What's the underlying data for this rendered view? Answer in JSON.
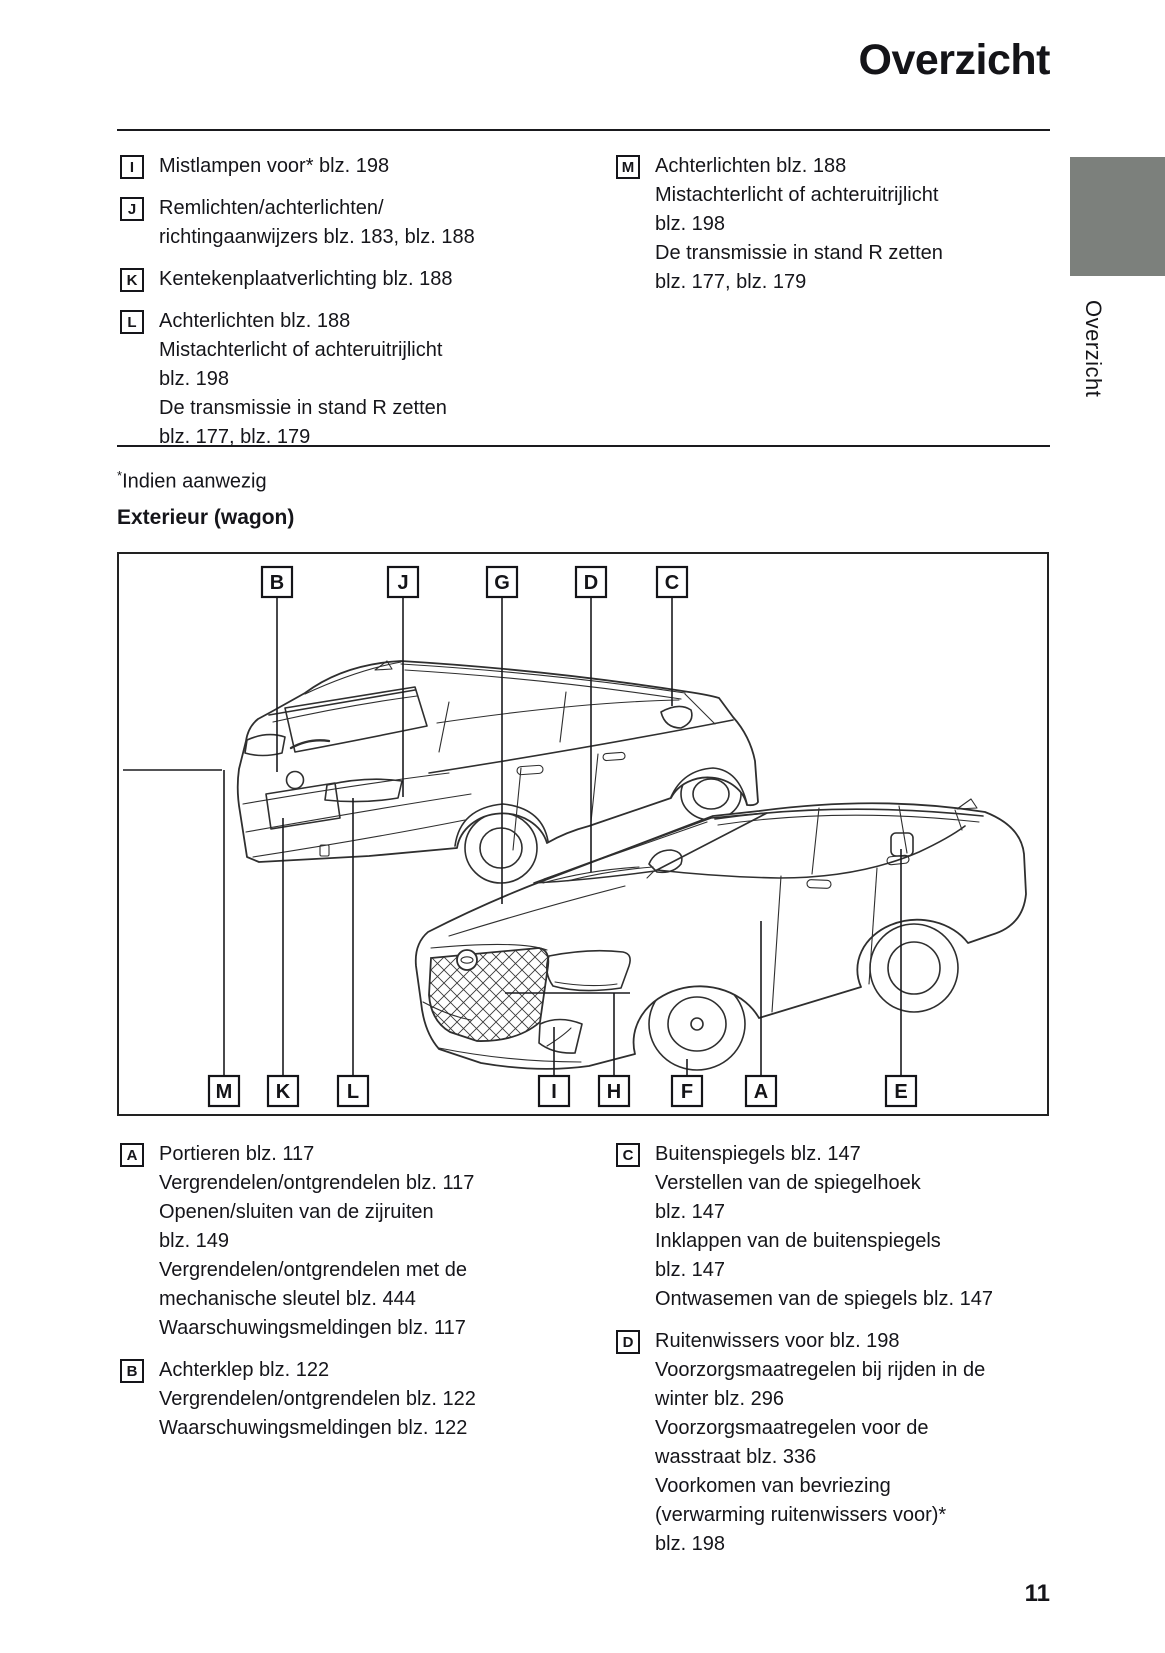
{
  "page": {
    "title": "Overzicht",
    "page_number": "11",
    "side_tab": {
      "label": "Overzicht",
      "color": "#7c807c"
    },
    "note": {
      "star": "*",
      "text": "Indien aanwezig"
    },
    "section_heading": "Exterieur (wagon)"
  },
  "top_list": {
    "left": [
      {
        "key": "I",
        "lines": [
          "Mistlampen voor* blz. 198"
        ]
      },
      {
        "key": "J",
        "lines": [
          "Remlichten/achterlichten/",
          "richtingaanwijzers blz. 183, blz. 188"
        ]
      },
      {
        "key": "K",
        "lines": [
          "Kentekenplaatverlichting blz. 188"
        ]
      },
      {
        "key": "L",
        "lines": [
          "Achterlichten blz. 188",
          "Mistachterlicht of achteruitrijlicht",
          "blz. 198",
          "De transmissie in stand R zetten",
          "blz. 177, blz. 179"
        ]
      }
    ],
    "right": [
      {
        "key": "M",
        "lines": [
          "Achterlichten blz. 188",
          "Mistachterlicht of achteruitrijlicht",
          "blz. 198",
          "De transmissie in stand R zetten",
          "blz. 177, blz. 179"
        ]
      }
    ]
  },
  "bottom_list": {
    "left": [
      {
        "key": "A",
        "lines": [
          "Portieren blz. 117",
          "Vergrendelen/ontgrendelen blz. 117",
          "Openen/sluiten van de zijruiten",
          "blz. 149",
          "Vergrendelen/ontgrendelen met de",
          "mechanische sleutel blz. 444",
          "Waarschuwingsmeldingen blz. 117"
        ]
      },
      {
        "key": "B",
        "lines": [
          "Achterklep blz. 122",
          "Vergrendelen/ontgrendelen blz. 122",
          "Waarschuwingsmeldingen blz. 122"
        ]
      }
    ],
    "right": [
      {
        "key": "C",
        "lines": [
          "Buitenspiegels blz. 147",
          "Verstellen van de spiegelhoek",
          "blz. 147",
          "Inklappen van de buitenspiegels",
          "blz. 147",
          "Ontwasemen van de spiegels blz. 147"
        ]
      },
      {
        "key": "D",
        "lines": [
          "Ruitenwissers voor blz. 198",
          "Voorzorgsmaatregelen bij rijden in de",
          "winter blz. 296",
          "Voorzorgsmaatregelen voor de",
          "wasstraat blz. 336",
          "Voorkomen van bevriezing",
          "(verwarming ruitenwissers voor)*",
          "blz. 198"
        ]
      }
    ]
  },
  "diagram": {
    "top_labels": [
      "B",
      "J",
      "G",
      "D",
      "C"
    ],
    "bottom_labels": [
      "M",
      "K",
      "L",
      "I",
      "H",
      "F",
      "A",
      "E"
    ]
  }
}
